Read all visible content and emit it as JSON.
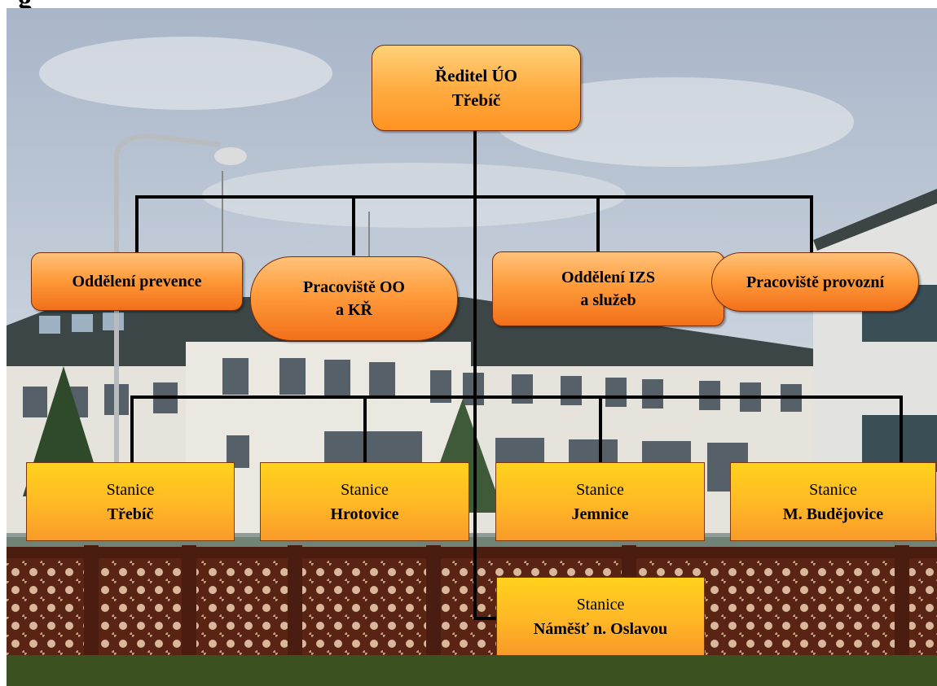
{
  "heading_fragment": "g",
  "diagram": {
    "director": {
      "line1": "Ředitel ÚO",
      "line2": "Třebíč"
    },
    "departments": [
      {
        "line1": "Oddělení prevence",
        "line2": ""
      },
      {
        "line1": "Pracoviště OO",
        "line2": "a KŘ"
      },
      {
        "line1": "Oddělení IZS",
        "line2": "a služeb"
      },
      {
        "line1": "Pracoviště provozní",
        "line2": ""
      }
    ],
    "stations": [
      {
        "label": "Stanice",
        "name": "Třebíč"
      },
      {
        "label": "Stanice",
        "name": "Hrotovice"
      },
      {
        "label": "Stanice",
        "name": "Jemnice"
      },
      {
        "label": "Stanice",
        "name": "M. Budějovice"
      },
      {
        "label": "Stanice",
        "name": "Náměšť n. Oslavou"
      }
    ]
  }
}
